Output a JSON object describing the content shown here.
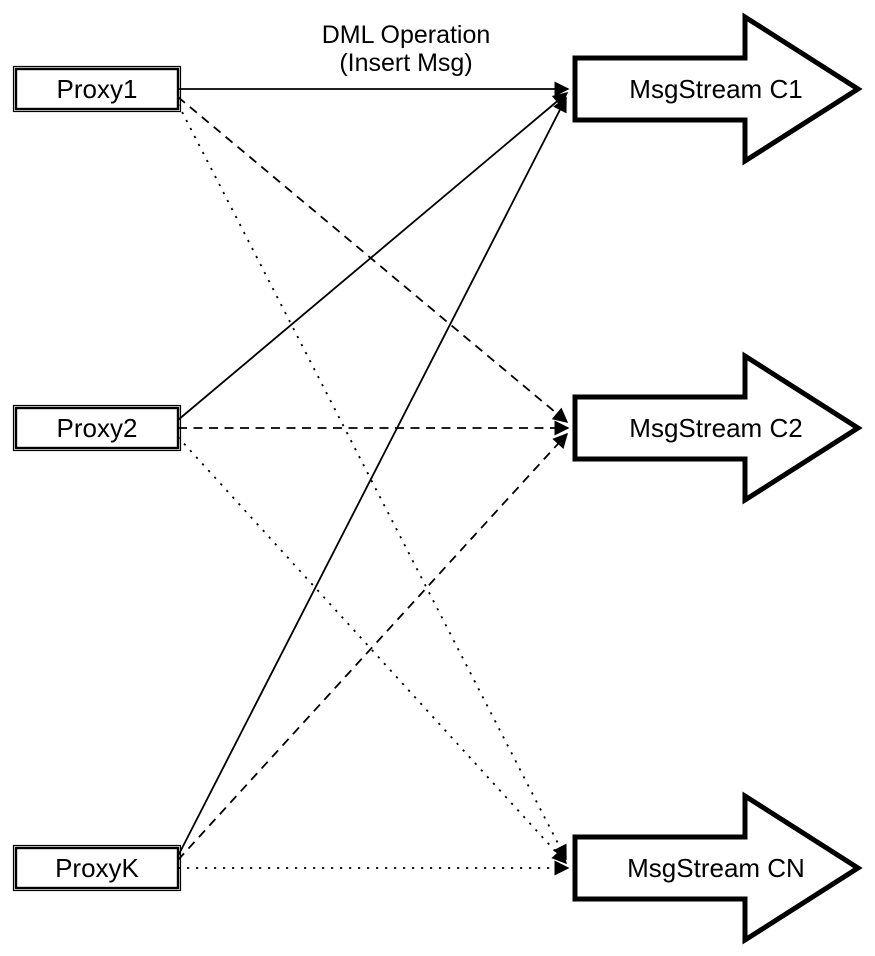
{
  "title": {
    "line1": "DML Operation",
    "line2": "(Insert Msg)"
  },
  "proxies": [
    {
      "label": "Proxy1"
    },
    {
      "label": "Proxy2"
    },
    {
      "label": "ProxyK"
    }
  ],
  "streams": [
    {
      "label": "MsgStream C1"
    },
    {
      "label": "MsgStream C2"
    },
    {
      "label": "MsgStream CN"
    }
  ],
  "connections": [
    {
      "from": "Proxy1",
      "to": "MsgStream C1",
      "line_style": "solid"
    },
    {
      "from": "Proxy2",
      "to": "MsgStream C1",
      "line_style": "solid"
    },
    {
      "from": "ProxyK",
      "to": "MsgStream C1",
      "line_style": "solid"
    },
    {
      "from": "Proxy1",
      "to": "MsgStream C2",
      "line_style": "dashed"
    },
    {
      "from": "Proxy2",
      "to": "MsgStream C2",
      "line_style": "dashed"
    },
    {
      "from": "ProxyK",
      "to": "MsgStream C2",
      "line_style": "dashed"
    },
    {
      "from": "Proxy1",
      "to": "MsgStream CN",
      "line_style": "dotted"
    },
    {
      "from": "Proxy2",
      "to": "MsgStream CN",
      "line_style": "dotted"
    },
    {
      "from": "ProxyK",
      "to": "MsgStream CN",
      "line_style": "dotted"
    }
  ],
  "colors": {
    "stroke": "#000000",
    "background": "#ffffff"
  }
}
